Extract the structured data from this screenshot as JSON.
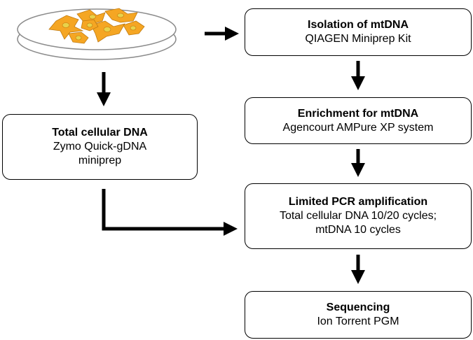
{
  "steps": {
    "isolation": {
      "title": "Isolation of mtDNA",
      "line1": "QIAGEN Miniprep Kit"
    },
    "enrichment": {
      "title": "Enrichment for mtDNA",
      "line1": "Agencourt AMPure XP system"
    },
    "pcr": {
      "title": "Limited PCR amplification",
      "line1": "Total cellular DNA 10/20 cycles;",
      "line2": "mtDNA 10 cycles"
    },
    "sequencing": {
      "title": "Sequencing",
      "line1": "Ion Torrent PGM"
    },
    "total": {
      "title": "Total cellular DNA",
      "line1": "Zymo Quick-gDNA",
      "line2": "miniprep"
    }
  },
  "colors": {
    "line": "#000000",
    "dish_edge": "#8c8c8c",
    "cell_fill": "#f5a623",
    "cell_edge": "#c07a10",
    "nucleus": "#e8d24a"
  },
  "icons": {
    "petri_dish": "petri-dish-with-cells-icon"
  }
}
